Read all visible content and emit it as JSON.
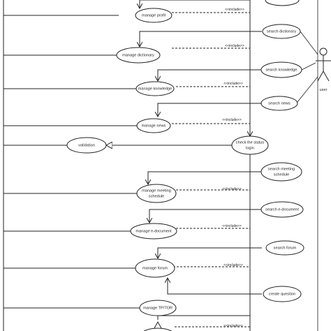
{
  "use_cases": {
    "manage_profil": "manage profil",
    "manage_dictionary": "manage dictionary",
    "manage_knowledge": "manage knowledge",
    "manage_news": "manage news",
    "validation": "validation",
    "check_status_line1": "check the status",
    "check_status_line2": "login",
    "manage_meeting_line1": "manage meeting",
    "manage_meeting_line2": "schedule",
    "manage_edocument": "manage e-document",
    "manage_forum": "manage forum",
    "manage_tptor": "manage TP/TOR",
    "search_dictionary": "search dictionary",
    "search_knowledge": "search knowledge",
    "search_news": "search news",
    "search_meeting_line1": "search meeting",
    "search_meeting_line2": "schedule",
    "search_edocument": "search e-document",
    "search_forum": "search forum",
    "create_question": "create question"
  },
  "include_label": "<<include>>",
  "actor": {
    "name": "user"
  },
  "colors": {
    "line": "#222222",
    "ellipse_fill": "#ffffff"
  }
}
